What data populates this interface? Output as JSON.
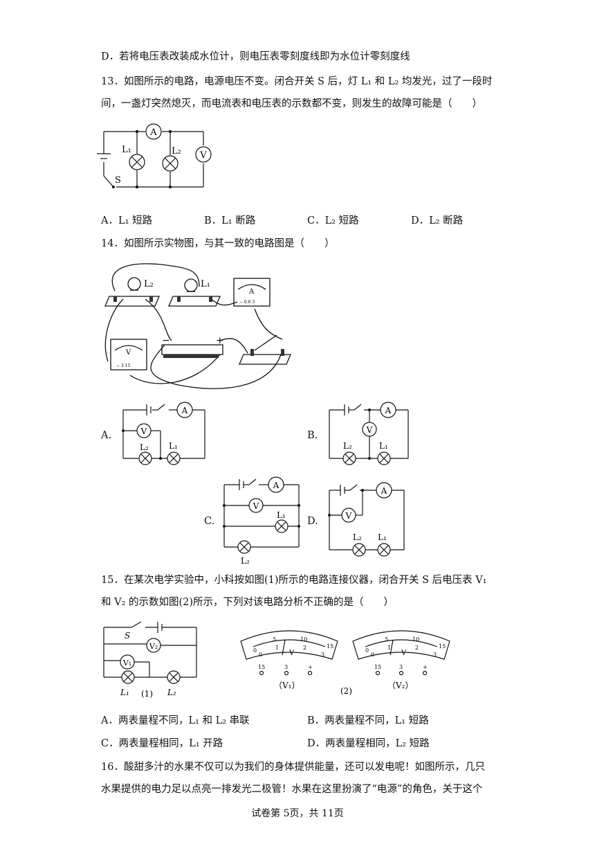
{
  "q12": {
    "optD": "D．若将电压表改装成水位计，则电压表零刻度线即为水位计零刻度线"
  },
  "q13": {
    "stem1": "13．如图所示的电路，电源电压不变。闭合开关 S 后，灯 L₁ 和 L₂ 均发光，过了一段时",
    "stem2": "间，一盏灯突然熄灭，而电流表和电压表的示数都不变，则发生的故障可能是（　　）",
    "fig": {
      "ammeter": "A",
      "voltmeter": "V",
      "lamp1": "L₁",
      "lamp2": "L₂",
      "switch": "S"
    },
    "options": [
      "A．L₁ 短路",
      "B．L₁ 断路",
      "C．L₂ 短路",
      "D．L₂ 断路"
    ]
  },
  "q14": {
    "stem": "14．如图所示实物图，与其一致的电路图是（　　）",
    "photo": {
      "l1": "L₁",
      "l2": "L₂",
      "minus": "−",
      "plus": "+",
      "ammeter_face": "A",
      "voltmeter_face": "V",
      "ammeter_terminals": "− 0.6 3",
      "voltmeter_terminals": "− 3 15"
    },
    "opt_letters": [
      "A.",
      "B.",
      "C.",
      "D."
    ],
    "sym": {
      "a": "A",
      "v": "V",
      "l1": "L₁",
      "l2": "L₂"
    }
  },
  "q15": {
    "stem1": "15．在某次电学实验中，小科按如图(1)所示的电路连接仪器，闭合开关 S 后电压表 V₁",
    "stem2": "和 V₂ 的示数如图(2)所示，下列对该电路分析不正确的是（　　）",
    "fig1": {
      "s": "S",
      "v1": "V₁",
      "v2": "V₂",
      "l1": "L₁",
      "l2": "L₂",
      "caption": "(1)"
    },
    "fig2": {
      "caption": "(2)",
      "meter1": "（V₁）",
      "meter2": "（V₂）",
      "unit": "V",
      "scale_top": [
        "0",
        "5",
        "10",
        "15"
      ],
      "scale_bot": [
        "0",
        "1",
        "2",
        "3"
      ],
      "terminals": [
        "15",
        "3",
        "+"
      ]
    },
    "options": [
      "A．两表量程不同，L₁ 和 L₂ 串联",
      "B．两表量程不同，L₁ 短路",
      "C．两表量程相同，L₁ 开路",
      "D．两表量程相同，L₂ 短路"
    ]
  },
  "q16": {
    "line1": "16．酸甜多汁的水果不仅可以为我们的身体提供能量，还可以发电呢！如图所示，几只",
    "line2": "水果提供的电力足以点亮一排发光二极管！水果在这里扮演了“电源”的角色，关于这个"
  },
  "footer": "试卷第 5页，共 11页"
}
